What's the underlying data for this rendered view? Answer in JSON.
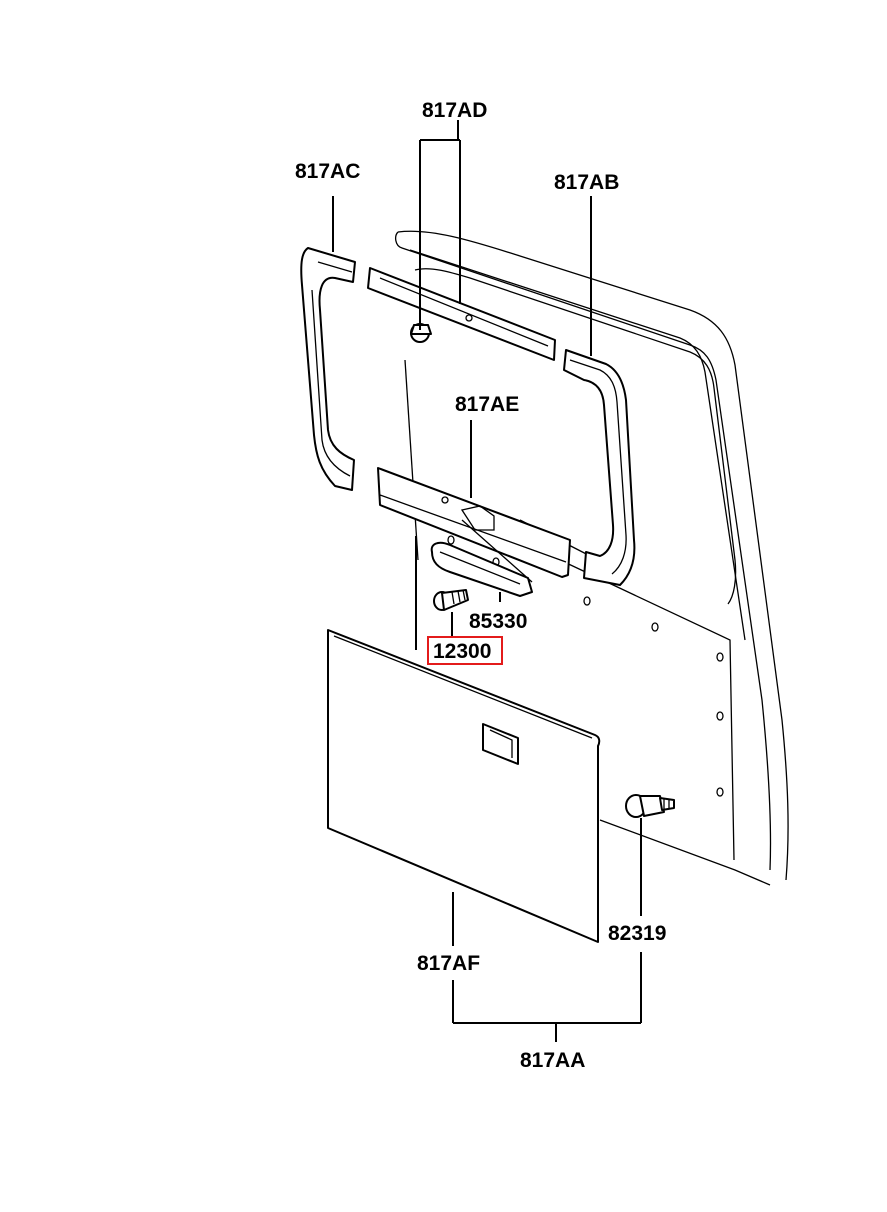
{
  "parts": {
    "ad": "817AD",
    "ac": "817AC",
    "ab": "817AB",
    "ae": "817AE",
    "p85330": "85330",
    "p12300": "12300",
    "p82319": "82319",
    "af": "817AF",
    "aa": "817AA"
  },
  "highlight": {
    "part": "12300",
    "color": "#e31b1b"
  }
}
